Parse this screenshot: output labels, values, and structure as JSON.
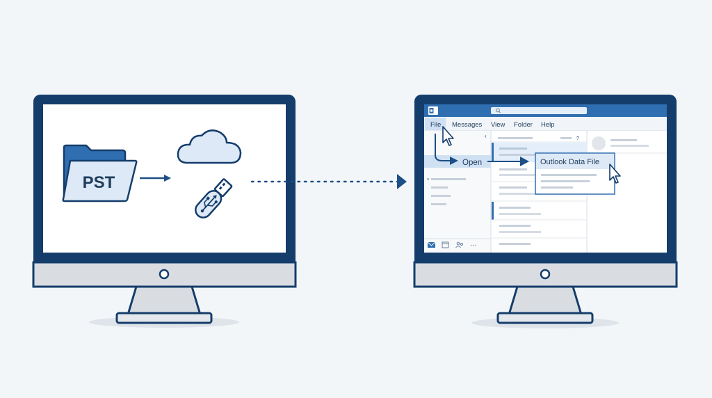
{
  "source": {
    "file_label": "PST",
    "folder_icon": "folder-icon",
    "cloud_icon": "cloud-icon",
    "usb_icon": "usb-drive-icon"
  },
  "target": {
    "app_icon": "outlook-logo",
    "menu": [
      "File",
      "Messages",
      "View",
      "Folder",
      "Help"
    ],
    "help_glyph": "?",
    "collapse_glyph": "‹",
    "open_label": "Open",
    "submenu_label": "Outlook Data File",
    "nav_icons": [
      "mail-icon",
      "calendar-icon",
      "people-icon",
      "more-icon"
    ],
    "more_glyph": "···"
  },
  "colors": {
    "navy": "#143d6b",
    "accent": "#2f6eb0",
    "light_blue": "#dde9f6",
    "stand": "#d9dde2"
  }
}
